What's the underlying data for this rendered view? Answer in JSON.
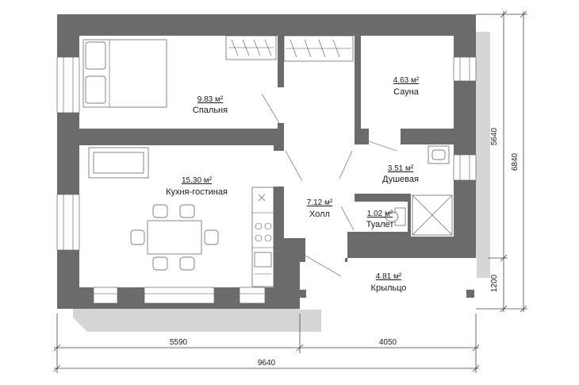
{
  "rooms": {
    "bedroom": {
      "area": "9.83 м²",
      "name": "Спальня"
    },
    "kitchen_living": {
      "area": "15.30 м²",
      "name": "Кухня-гостиная"
    },
    "sauna": {
      "area": "4.63 м²",
      "name": "Сауна"
    },
    "shower": {
      "area": "3.51 м²",
      "name": "Душевая"
    },
    "hall": {
      "area": "7.12 м²",
      "name": "Холл"
    },
    "toilet": {
      "area": "1.02 м²",
      "name": "Туалет"
    },
    "porch": {
      "area": "4.81 м²",
      "name": "Крыльцо"
    }
  },
  "dimensions": {
    "bottom_left": "5590",
    "bottom_right": "4050",
    "bottom_total": "9640",
    "right_upper": "5640",
    "right_total": "6840",
    "right_lower": "1200"
  }
}
